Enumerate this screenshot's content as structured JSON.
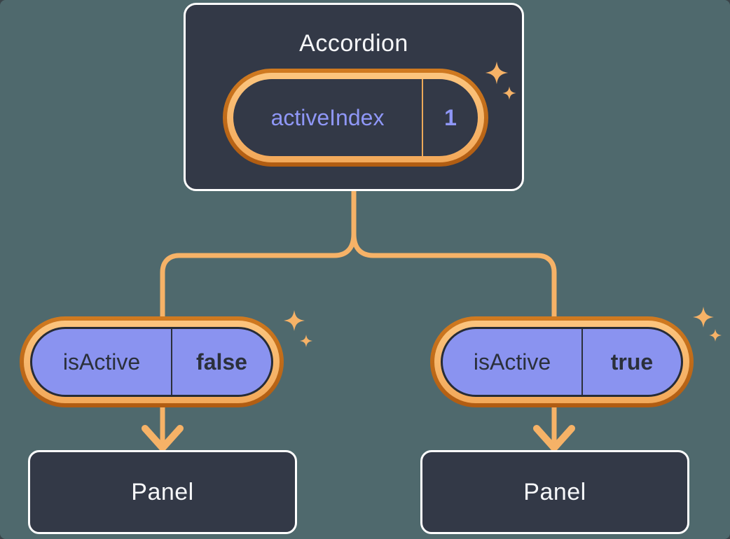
{
  "colors": {
    "background": "#4f696d",
    "box_fill": "#333947",
    "box_border": "#ffffff",
    "text_light": "#f6f7f9",
    "text_dark": "#2b303b",
    "purple_fill": "#8a93f0",
    "lavender_text": "#8f97f7",
    "connector_orange": "#f6b267",
    "ring_outer_orange": "#b05c12",
    "ring_inner_orange": "#f8b667"
  },
  "root": {
    "title": "Accordion",
    "state": {
      "name": "activeIndex",
      "value": "1"
    }
  },
  "children": [
    {
      "prop": {
        "name": "isActive",
        "value": "false"
      },
      "panel": {
        "title": "Panel"
      }
    },
    {
      "prop": {
        "name": "isActive",
        "value": "true"
      },
      "panel": {
        "title": "Panel"
      }
    }
  ]
}
